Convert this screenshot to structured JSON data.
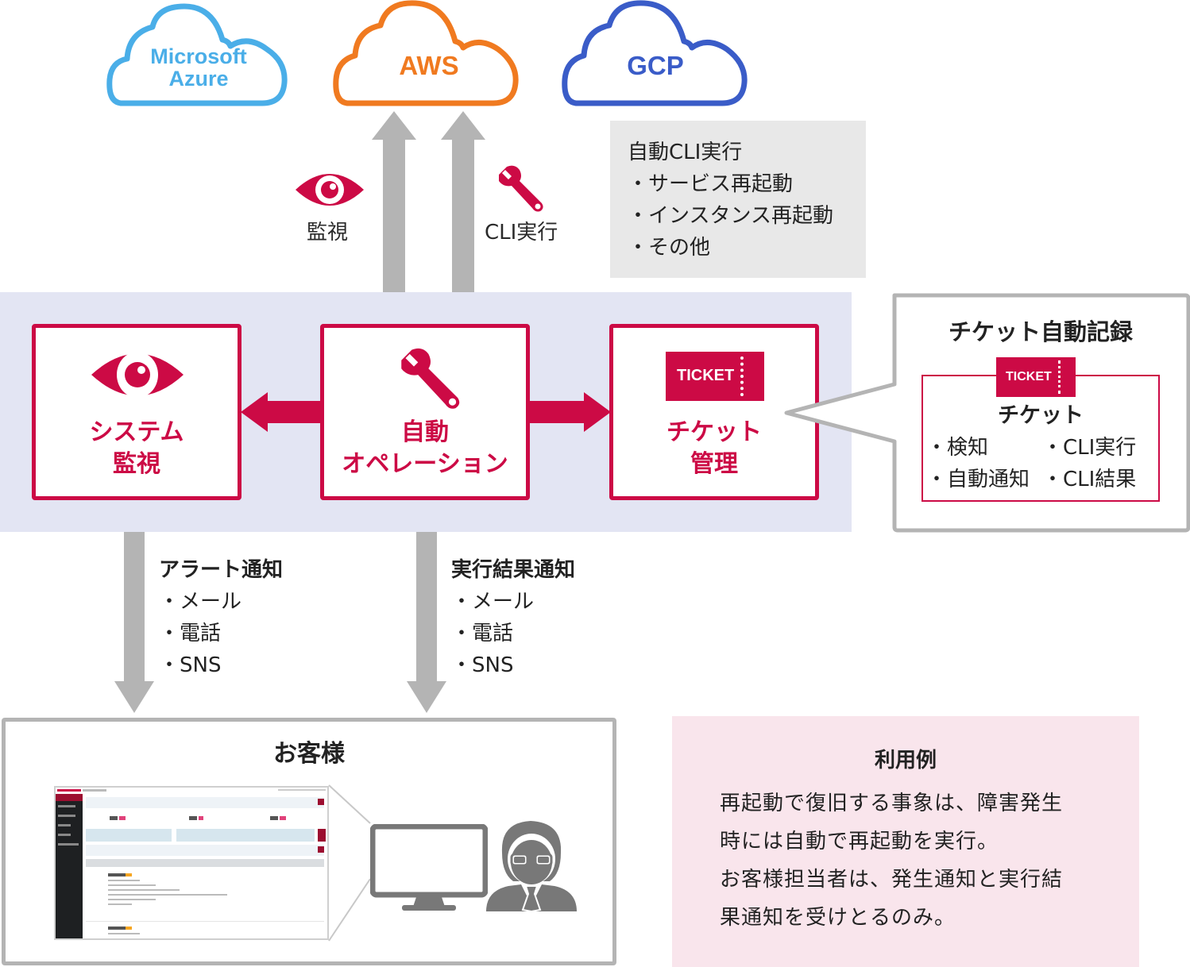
{
  "clouds": [
    {
      "name": "azure",
      "label_line1": "Microsoft",
      "label_line2": "Azure",
      "color": "#4aaee8"
    },
    {
      "name": "aws",
      "label": "AWS",
      "color": "#f07a20"
    },
    {
      "name": "gcp",
      "label": "GCP",
      "color": "#3a5cc8"
    }
  ],
  "upward": {
    "monitor_label": "監視",
    "cli_label": "CLI実行"
  },
  "cli_note": {
    "title": "自動CLI実行",
    "items": [
      "・サービス再起動",
      "・インスタンス再起動",
      "・その他"
    ]
  },
  "modules": {
    "monitoring": {
      "line1": "システム",
      "line2": "監視"
    },
    "operation": {
      "line1": "自動",
      "line2": "オペレーション"
    },
    "ticket": {
      "badge": "TICKET",
      "line1": "チケット",
      "line2": "管理"
    }
  },
  "ticket_record": {
    "title": "チケット自動記録",
    "badge": "TICKET",
    "heading": "チケット",
    "items": [
      "・検知",
      "・CLI実行",
      "・自動通知",
      "・CLI結果"
    ]
  },
  "notifications": {
    "alert": {
      "title": "アラート通知",
      "items": [
        "・メール",
        "・電話",
        "・SNS"
      ]
    },
    "result": {
      "title": "実行結果通知",
      "items": [
        "・メール",
        "・電話",
        "・SNS"
      ]
    }
  },
  "customer": {
    "title": "お客様"
  },
  "usage": {
    "title": "利用例",
    "lines": [
      "再起動で復旧する事象は、障害発生",
      "時には自動で再起動を実行。",
      "お客様担当者は、発生通知と実行結",
      "果通知を受けとるのみ。"
    ]
  },
  "colors": {
    "accent": "#cc0a45",
    "arrow_gray": "#b4b4b4",
    "band": "#e3e5f3",
    "note_gray": "#e8e8e8",
    "usage_pink": "#f9e5ec"
  }
}
